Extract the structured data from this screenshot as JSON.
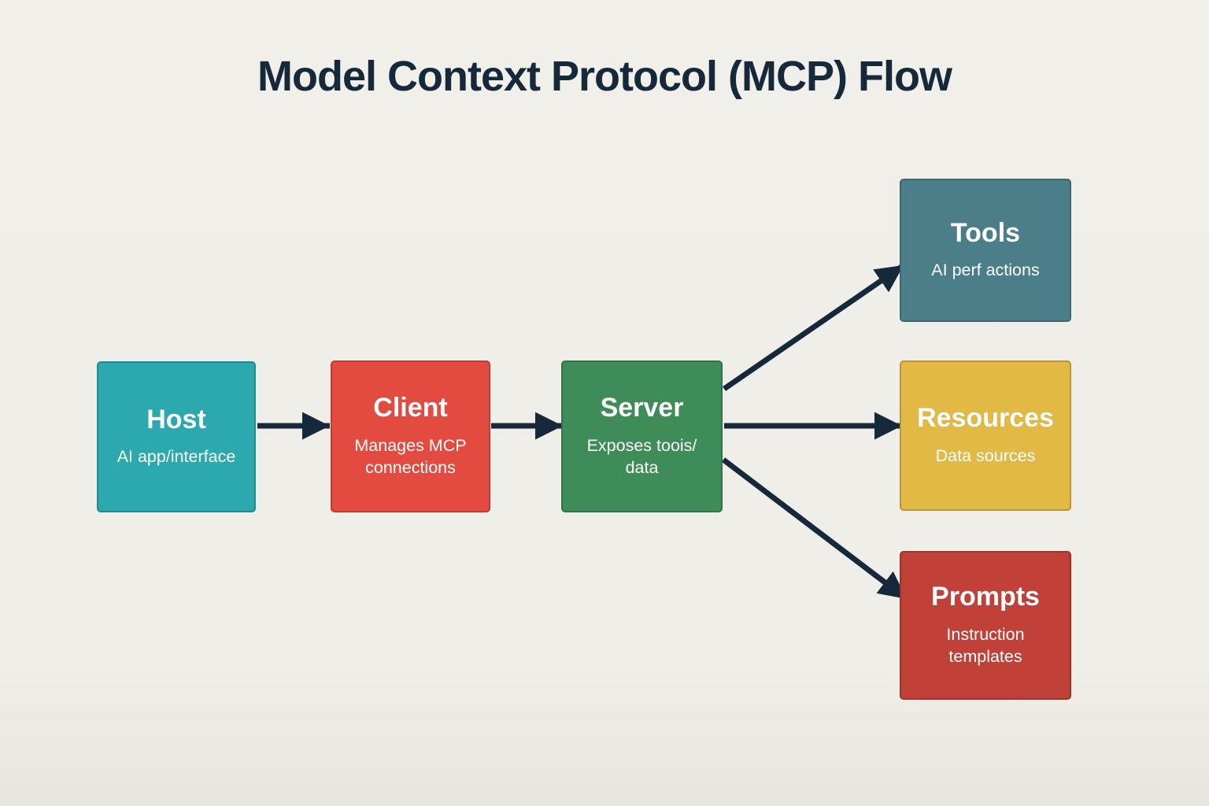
{
  "title": "Model Context Protocol (MCP) Flow",
  "colors": {
    "background": "#F0EEE8",
    "ink": "#16293A",
    "box_text": "#FFFFFF"
  },
  "nodes": {
    "host": {
      "label": "Host",
      "sublabel": "AI app/interface",
      "color": "#2BA9AF"
    },
    "client": {
      "label": "Client",
      "sublabel": "Manages MCP connections",
      "color": "#E44B40"
    },
    "server": {
      "label": "Server",
      "sublabel": "Exposes toois/ data",
      "color": "#3E8C58"
    },
    "tools": {
      "label": "Tools",
      "sublabel": "AI perf actions",
      "color": "#4C7E89"
    },
    "resources": {
      "label": "Resources",
      "sublabel": "Data sources",
      "color": "#E2B944"
    },
    "prompts": {
      "label": "Prompts",
      "sublabel": "Instruction templates",
      "color": "#C14138"
    }
  },
  "arrows": [
    {
      "from": "host",
      "to": "client"
    },
    {
      "from": "client",
      "to": "server"
    },
    {
      "from": "server",
      "to": "tools"
    },
    {
      "from": "server",
      "to": "resources"
    },
    {
      "from": "server",
      "to": "prompts"
    }
  ]
}
